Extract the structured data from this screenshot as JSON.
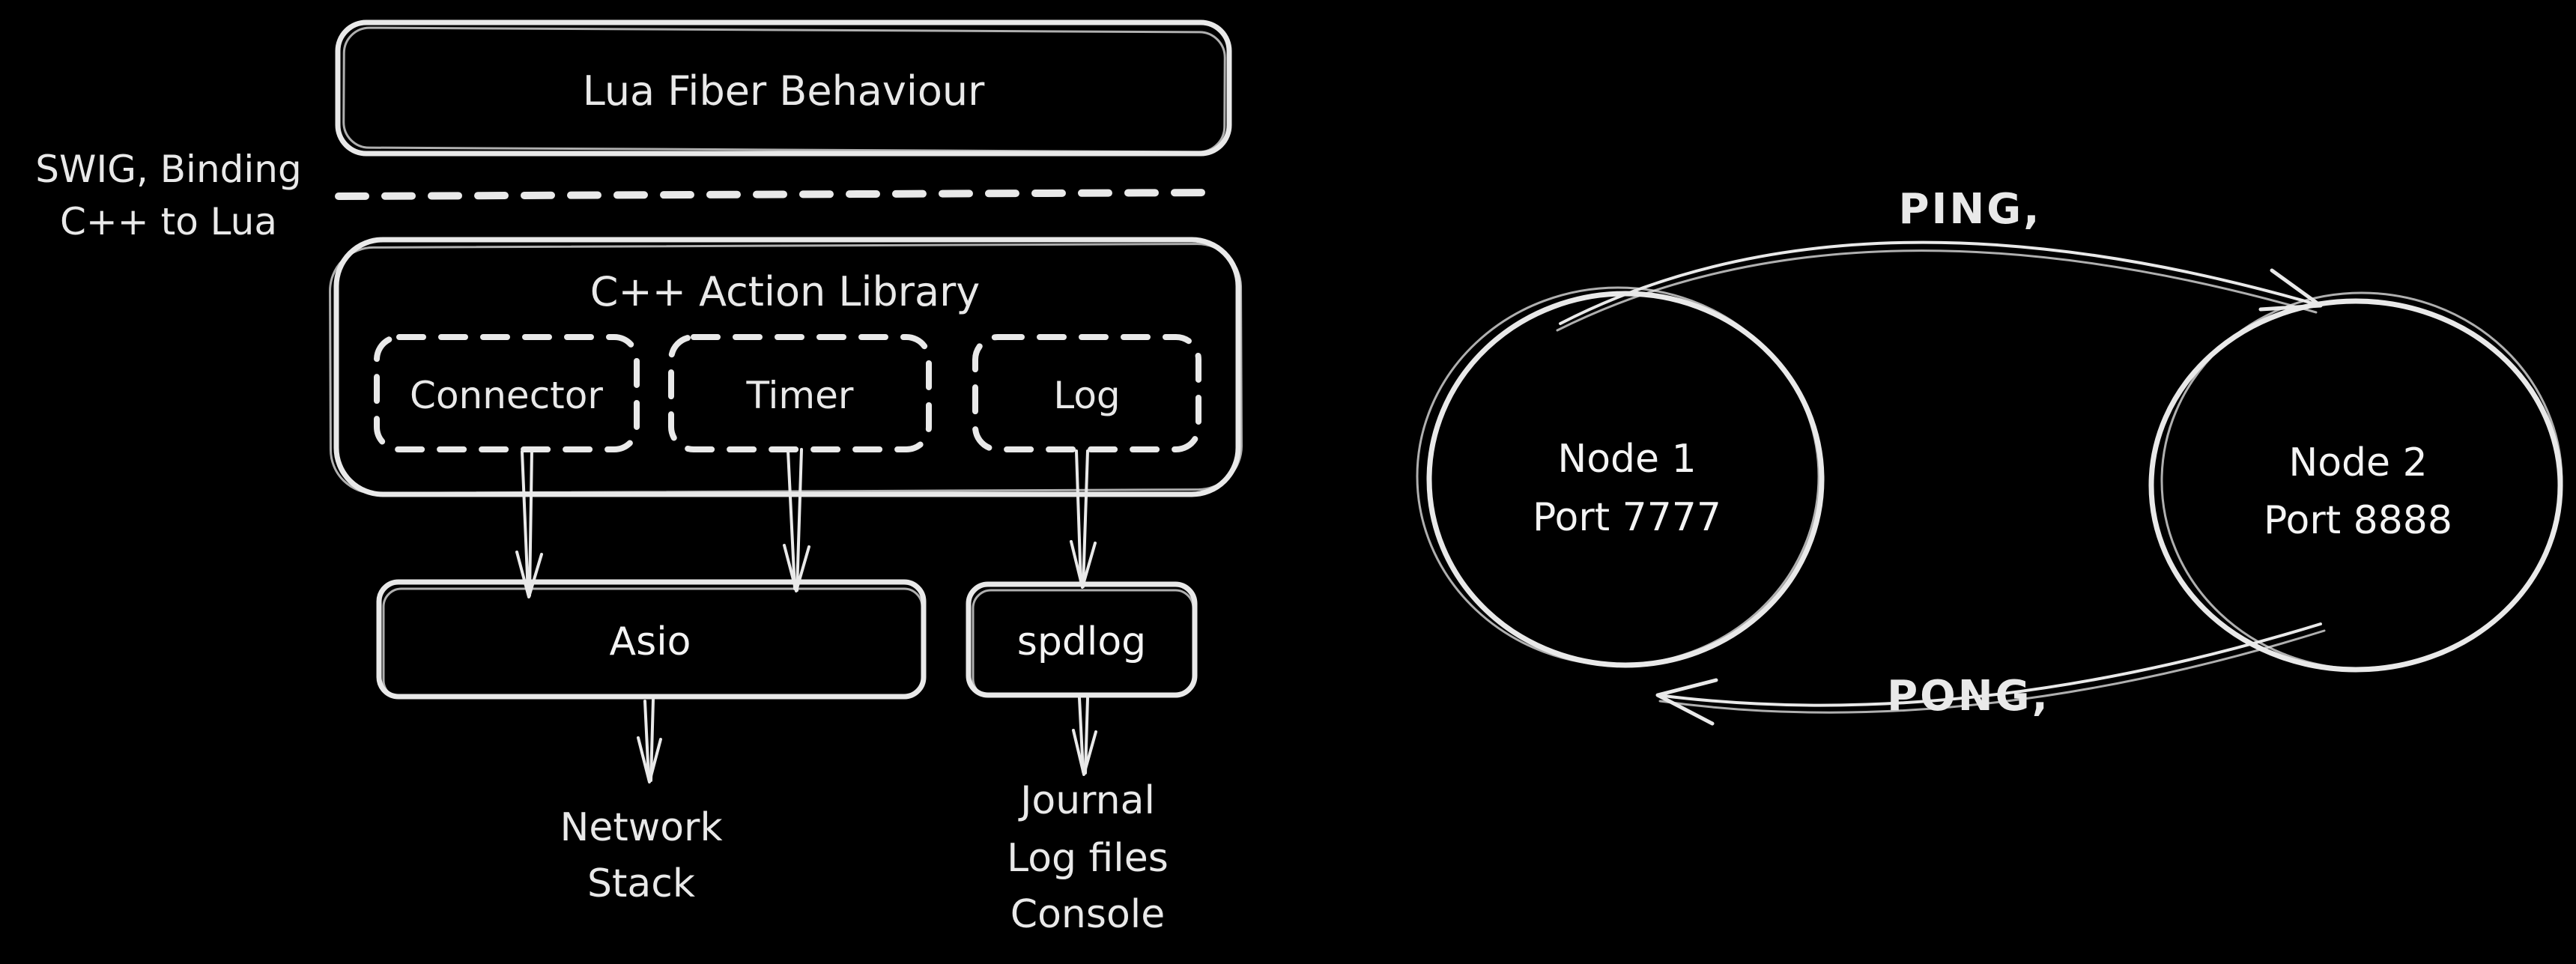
{
  "canvas": {
    "background": "#000000",
    "stroke_color": "#e9e9e9",
    "hatch_color": "#83878d"
  },
  "stack": {
    "top_box_label": "Lua Fiber Behaviour",
    "swig_label_line1": "SWIG, Binding",
    "swig_label_line2": "C++ to Lua",
    "library_title": "C++ Action Library",
    "modules": [
      {
        "label": "Connector"
      },
      {
        "label": "Timer"
      },
      {
        "label": "Log"
      }
    ],
    "asio_label": "Asio",
    "spdlog_label": "spdlog",
    "network_label_line1": "Network",
    "network_label_line2": "Stack",
    "journal_label_line1": "Journal",
    "journal_label_line2": "Log files",
    "journal_label_line3": "Console"
  },
  "pingpong": {
    "node1_line1": "Node 1",
    "node1_line2": "Port 7777",
    "node2_line1": "Node 2",
    "node2_line2": "Port 8888",
    "ping_label": "PING,",
    "pong_label": "PONG,"
  }
}
